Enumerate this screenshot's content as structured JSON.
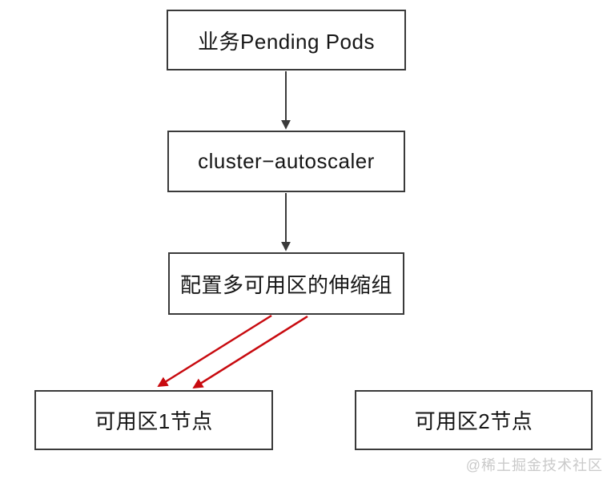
{
  "diagram": {
    "nodes": [
      {
        "id": "pending-pods",
        "label": "业务Pending Pods"
      },
      {
        "id": "cluster-autoscaler",
        "label": "cluster−autoscaler"
      },
      {
        "id": "multi-az-scaling-group",
        "label": "配置多可用区的伸缩组"
      },
      {
        "id": "az1-nodes",
        "label": "可用区1节点"
      },
      {
        "id": "az2-nodes",
        "label": "可用区2节点"
      }
    ],
    "edges": [
      {
        "from": "pending-pods",
        "to": "cluster-autoscaler",
        "color": "#3a3a3a",
        "style": "arrow"
      },
      {
        "from": "cluster-autoscaler",
        "to": "multi-az-scaling-group",
        "color": "#3a3a3a",
        "style": "arrow"
      },
      {
        "from": "multi-az-scaling-group",
        "to": "az1-nodes",
        "color": "#c80a0f",
        "style": "arrow"
      },
      {
        "from": "multi-az-scaling-group",
        "to": "az1-nodes",
        "color": "#c80a0f",
        "style": "arrow"
      }
    ]
  },
  "watermark": {
    "text": "@稀土掘金技术社区"
  },
  "colors": {
    "background": "#ffffff",
    "node_border": "#3a3a3a",
    "node_text": "#161616",
    "default_arrow": "#3a3a3a",
    "highlight_arrow": "#c80a0f",
    "watermark": "#cacaca"
  }
}
